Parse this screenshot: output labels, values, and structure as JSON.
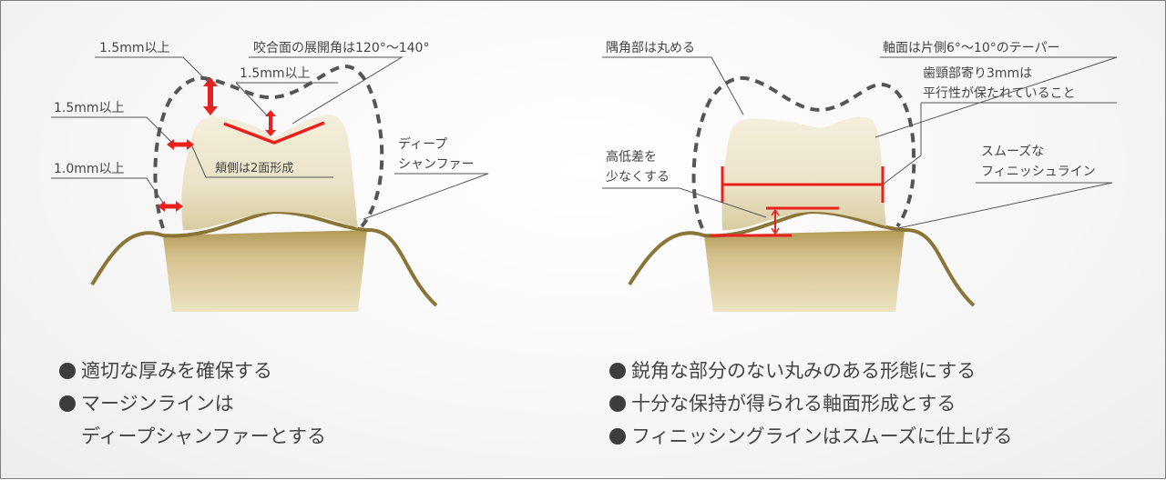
{
  "left": {
    "labels": {
      "occlusal_clearance": "1.5mm以上",
      "occlusal_angle": "咬合面の展開角は120°～140°",
      "cusp_clearance": "1.5mm以上",
      "axial_clearance": "1.5mm以上",
      "margin_clearance": "1.0mm以上",
      "buccal_two_plane": "頬側は2面形成",
      "deep_chamfer_line1": "ディープ",
      "deep_chamfer_line2": "シャンファー"
    },
    "bullets": [
      "適切な厚みを確保する",
      "マージンラインは",
      "ディープシャンファーとする"
    ]
  },
  "right": {
    "labels": {
      "rounded_corners": "隅角部は丸める",
      "axial_taper": "軸面は片側6°～10°のテーパー",
      "cervical_line1": "歯頸部寄り3mmは",
      "cervical_line2": "平行性が保たれていること",
      "height_diff_line1": "高低差を",
      "height_diff_line2": "少なくする",
      "smooth_line1": "スムーズな",
      "smooth_line2": "フィニッシュライン"
    },
    "bullets": [
      "鋭角な部分のない丸みのある形態にする",
      "十分な保持が得られる軸面形成とする",
      "フィニッシングラインはスムーズに仕上げる"
    ]
  },
  "colors": {
    "accent_red": "#e8201e",
    "root_gold": "#c7b074",
    "gum_line": "#8a7436",
    "tooth_cream": "#efe8d2",
    "text": "#444444"
  }
}
